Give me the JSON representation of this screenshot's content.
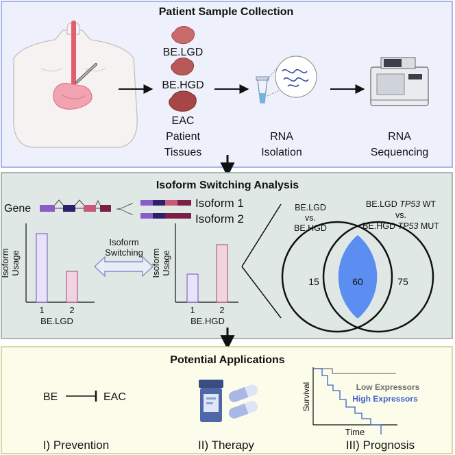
{
  "panel1": {
    "title": "Patient Sample Collection",
    "tissues": [
      "BE.LGD",
      "BE.HGD",
      "EAC"
    ],
    "step1_line1": "Patient",
    "step1_line2": "Tissues",
    "step2_line1": "RNA",
    "step2_line2": "Isolation",
    "step3_line1": "RNA",
    "step3_line2": "Sequencing",
    "icons": [
      "torso-icon",
      "tissue-sample-icon",
      "rna-tube-icon",
      "sequencer-icon"
    ],
    "bg": "#eef0fc",
    "border": "#8c9ee8"
  },
  "panel2": {
    "title": "Isoform Switching Analysis",
    "gene_label": "Gene",
    "isoform1": "Isoform 1",
    "isoform2": "Isoform 2",
    "ylabel_line1": "Isoform",
    "ylabel_line2": "Usage",
    "switch_line1": "Isoform",
    "switch_line2": "Switching",
    "chart_lgd_group": "BE.LGD",
    "chart_hgd_group": "BE.HGD",
    "tick1": "1",
    "tick2": "2",
    "venn_left_l1": "BE.LGD",
    "venn_left_l2": "vs.",
    "venn_left_l3": "BE.HGD",
    "venn_right_l1a": "BE.LGD ",
    "venn_right_l1b": "TP53",
    "venn_right_l1c": " WT",
    "venn_right_l2": "vs.",
    "venn_right_l3a": "BE.HGD ",
    "venn_right_l3b": "TP53",
    "venn_right_l3c": " MUT",
    "venn_left_only": "15",
    "venn_overlap": "60",
    "venn_right_only": "75",
    "bg": "#dfe8e5",
    "border": "#8aa398",
    "overlap_color": "#5b8ef0"
  },
  "panel3": {
    "title": "Potential Applications",
    "be": "BE",
    "eac": "EAC",
    "app1": "I) Prevention",
    "app2": "II) Therapy",
    "app3": "III) Prognosis",
    "km_low": "Low Expressors",
    "km_high": "High Expressors",
    "km_ylabel": "Survival",
    "km_xlabel": "Time",
    "bg": "#fbfcea",
    "border": "#c7cc8a"
  },
  "chart_data": [
    {
      "type": "bar",
      "categories": [
        "1",
        "2"
      ],
      "values": [
        1.0,
        0.45
      ],
      "xlabel": "BE.LGD",
      "ylabel": "Isoform Usage"
    },
    {
      "type": "bar",
      "categories": [
        "1",
        "2"
      ],
      "values": [
        0.41,
        0.84
      ],
      "xlabel": "BE.HGD",
      "ylabel": "Isoform Usage"
    }
  ]
}
